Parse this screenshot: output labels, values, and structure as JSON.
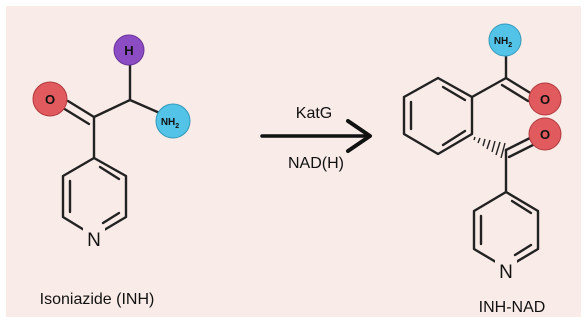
{
  "colors": {
    "background": "#f9ebe7",
    "oxygen": "#e05a5e",
    "nitrogen_amine": "#53c3e8",
    "hydrogen": "#8b4cc4",
    "bond": "#222222"
  },
  "reactant": {
    "name": "Isoniazide (INH)",
    "atoms": {
      "oxygen": "O",
      "hydrogen": "H",
      "amine": "NH",
      "amine_sub": "2",
      "ring_nitrogen": "N"
    }
  },
  "arrow": {
    "enzyme": "KatG",
    "cofactor": "NAD(H)"
  },
  "product": {
    "name": "INH-NAD",
    "atoms": {
      "amide": "NH",
      "amide_sub": "2",
      "oxygen_amide": "O",
      "oxygen_ketone": "O",
      "ring_nitrogen": "N"
    }
  }
}
